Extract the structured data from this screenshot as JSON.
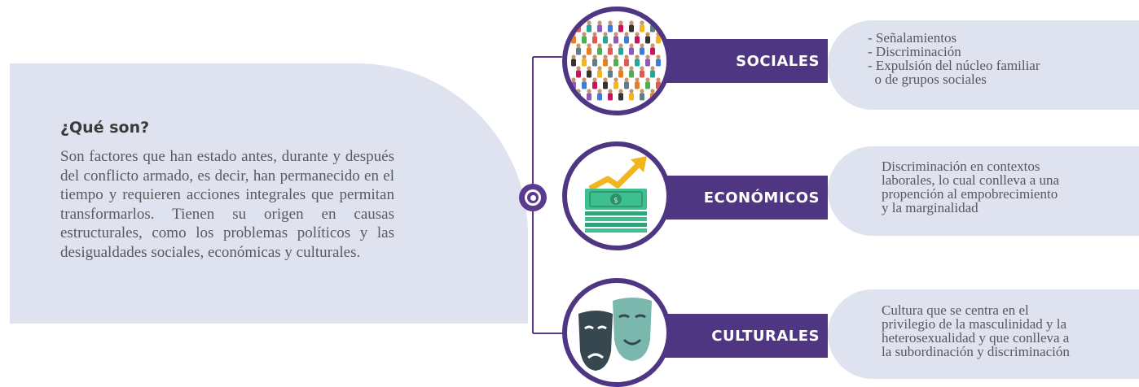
{
  "intro": {
    "title": "¿Qué son?",
    "body": "Son factores que han estado antes, durante y después del conflicto armado, es decir, han permanecido en el tiempo y requieren acciones integrales que permitan transformarlos. Tienen su origen en causas estructurales, como los problemas políticos y las desigualdades sociales, económicas y culturales."
  },
  "categories": [
    {
      "label": "SOCIALES",
      "icon": "crowd-icon",
      "lines": [
        "- Señalamientos",
        "- Discriminación",
        "- Expulsión del núcleo familiar",
        "  o de grupos sociales"
      ]
    },
    {
      "label": "ECONÓMICOS",
      "icon": "money-growth-icon",
      "lines": [
        "Discriminación en contextos",
        "laborales, lo cual conlleva a una",
        "propención al empobrecimiento",
        "y la marginalidad"
      ]
    },
    {
      "label": "CULTURALES",
      "icon": "theater-masks-icon",
      "lines": [
        "Cultura que se centra en el",
        "privilegio de la masculinidad y la",
        "heterosexualidad y que conlleva a",
        "la subordinación y discriminación"
      ]
    }
  ],
  "colors": {
    "primary": "#4f3683",
    "panel": "#dfe3f0",
    "text": "#585a5c"
  }
}
